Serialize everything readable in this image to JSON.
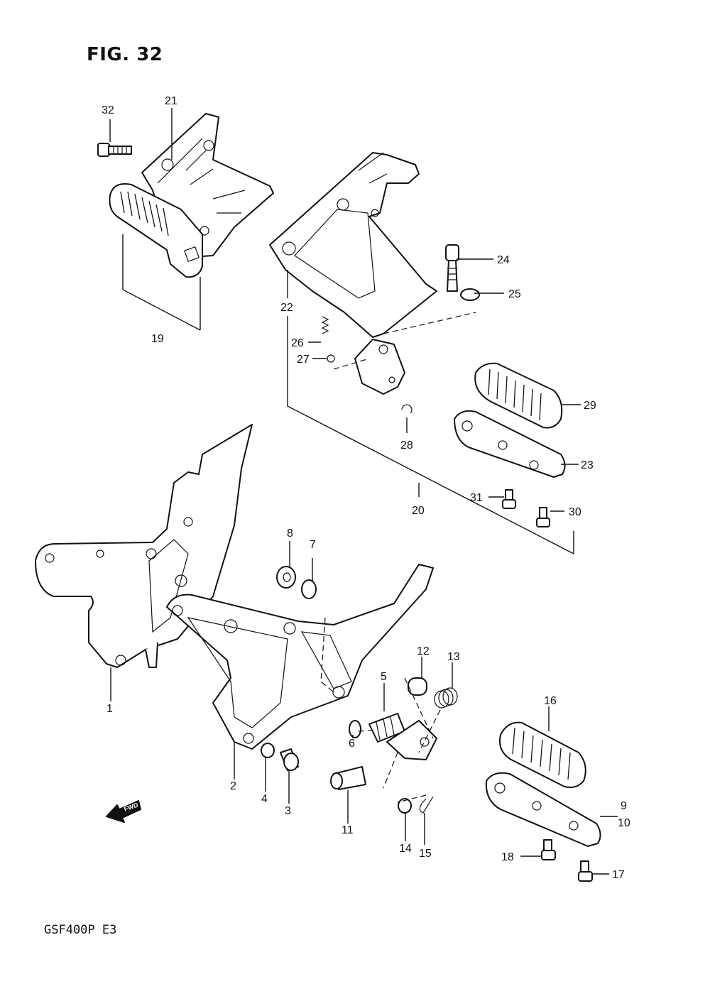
{
  "figure": {
    "title": "FIG. 32",
    "model": "GSF400P  E3",
    "fwd_label": "FWD"
  },
  "callouts": {
    "c1": "1",
    "c2": "2",
    "c3": "3",
    "c4": "4",
    "c5": "5",
    "c6": "6",
    "c7": "7",
    "c8": "8",
    "c9": "9",
    "c10": "10",
    "c11": "11",
    "c12": "12",
    "c13": "13",
    "c14": "14",
    "c15": "15",
    "c16": "16",
    "c17": "17",
    "c18": "18",
    "c19": "19",
    "c20": "20",
    "c21": "21",
    "c22": "22",
    "c23": "23",
    "c24": "24",
    "c25": "25",
    "c26": "26",
    "c27": "27",
    "c28": "28",
    "c29": "29",
    "c30": "30",
    "c31": "31",
    "c32": "32"
  }
}
